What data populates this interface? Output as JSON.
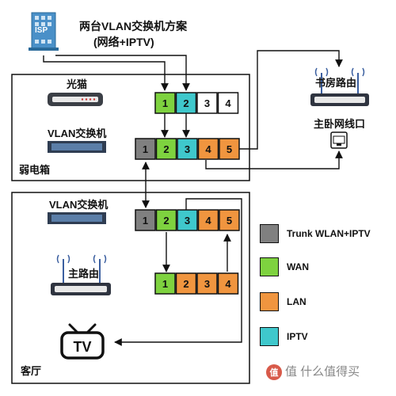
{
  "title": {
    "line1": "两台VLAN交换机方案",
    "line2": "(网络+IPTV)"
  },
  "isp": {
    "label": "ISP"
  },
  "rooms": {
    "closet": {
      "label": "弱电箱"
    },
    "living": {
      "label": "客厅"
    }
  },
  "devices": {
    "modem": {
      "label": "光猫"
    },
    "switch1": {
      "label": "VLAN交换机"
    },
    "switch2": {
      "label": "VLAN交换机"
    },
    "main_router": {
      "label": "主路由"
    },
    "study_router": {
      "label": "书房路由"
    },
    "bedroom_jack": {
      "label": "主卧网线口"
    },
    "tv": {
      "label": "TV"
    }
  },
  "ports": {
    "modem": [
      {
        "n": "1",
        "type": "wan"
      },
      {
        "n": "2",
        "type": "iptv"
      },
      {
        "n": "3",
        "type": "none"
      },
      {
        "n": "4",
        "type": "none"
      }
    ],
    "switch1": [
      {
        "n": "1",
        "type": "trunk"
      },
      {
        "n": "2",
        "type": "wan"
      },
      {
        "n": "3",
        "type": "iptv"
      },
      {
        "n": "4",
        "type": "lan"
      },
      {
        "n": "5",
        "type": "lan"
      }
    ],
    "switch2": [
      {
        "n": "1",
        "type": "trunk"
      },
      {
        "n": "2",
        "type": "wan"
      },
      {
        "n": "3",
        "type": "iptv"
      },
      {
        "n": "4",
        "type": "lan"
      },
      {
        "n": "5",
        "type": "lan"
      }
    ],
    "router": [
      {
        "n": "1",
        "type": "wan"
      },
      {
        "n": "2",
        "type": "lan"
      },
      {
        "n": "3",
        "type": "lan"
      },
      {
        "n": "4",
        "type": "lan"
      }
    ]
  },
  "legend": [
    {
      "label": "Trunk WLAN+IPTV",
      "color": "#808080"
    },
    {
      "label": "WAN",
      "color": "#7ed23f"
    },
    {
      "label": "LAN",
      "color": "#f0953f"
    },
    {
      "label": "IPTV",
      "color": "#3fc8cc"
    }
  ],
  "colors": {
    "trunk": "#808080",
    "wan": "#7ed23f",
    "iptv": "#3fc8cc",
    "lan": "#f0953f",
    "none": "#ffffff"
  },
  "watermark": "值 什么值得买"
}
